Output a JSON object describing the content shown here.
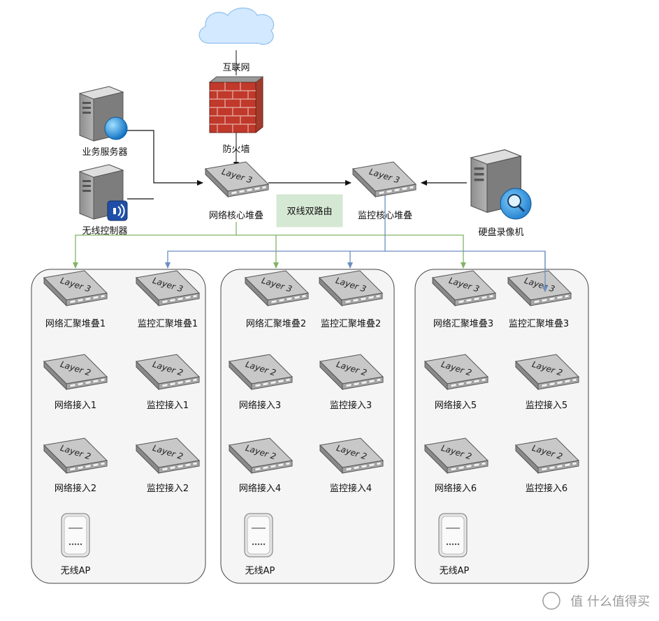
{
  "top": {
    "internet": "互联网",
    "firewall": "防火墙",
    "business_server": "业务服务器",
    "wireless_controller": "无线控制器",
    "network_core": "网络核心堆叠",
    "monitor_core": "监控核心堆叠",
    "nvr": "硬盘录像机",
    "note": "双线双路由"
  },
  "switch_text": {
    "l3": "Layer 3",
    "l2": "Layer 2"
  },
  "groups": [
    {
      "net_agg": "网络汇聚堆叠1",
      "mon_agg": "监控汇聚堆叠1",
      "net_acc_a": "网络接入1",
      "mon_acc_a": "监控接入1",
      "net_acc_b": "网络接入2",
      "mon_acc_b": "监控接入2",
      "ap": "无线AP"
    },
    {
      "net_agg": "网络汇聚堆叠2",
      "mon_agg": "监控汇聚堆叠2",
      "net_acc_a": "网络接入3",
      "mon_acc_a": "监控接入3",
      "net_acc_b": "网络接入4",
      "mon_acc_b": "监控接入4",
      "ap": "无线AP"
    },
    {
      "net_agg": "网络汇聚堆叠3",
      "mon_agg": "监控汇聚堆叠3",
      "net_acc_a": "网络接入5",
      "mon_acc_a": "监控接入5",
      "net_acc_b": "网络接入6",
      "mon_acc_b": "监控接入6",
      "ap": "无线AP"
    }
  ],
  "watermark": "值 什么值得买",
  "colors": {
    "green_link": "#82b366",
    "blue_link": "#6c8ebf",
    "note_fill": "#d5e8d4",
    "group_fill": "#f5f5f5"
  }
}
